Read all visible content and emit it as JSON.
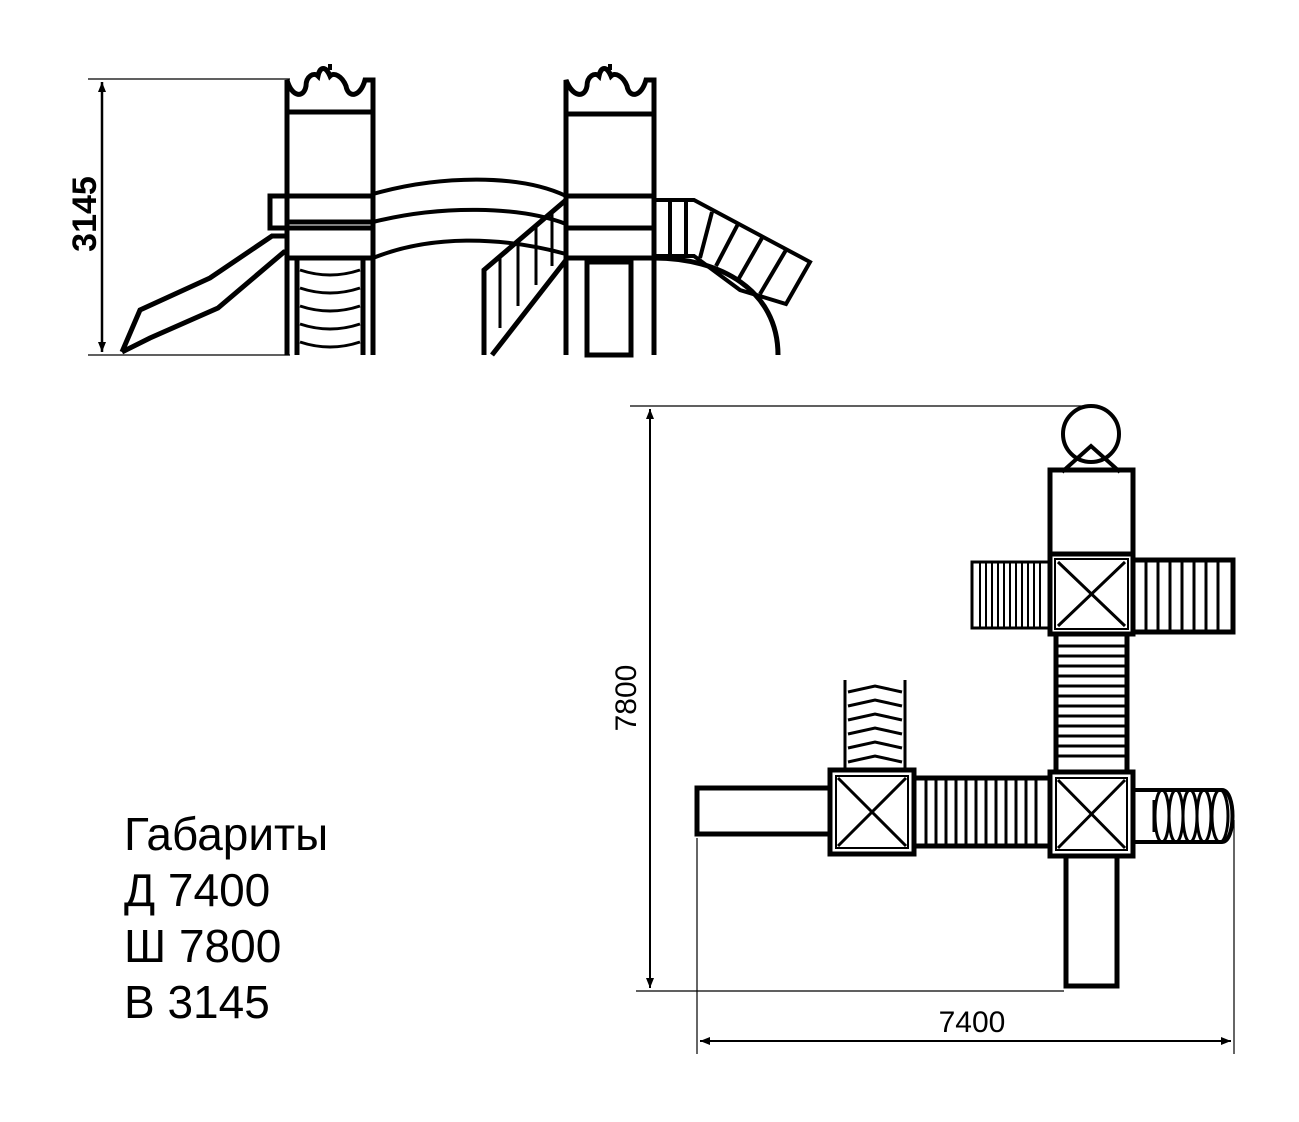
{
  "side_view": {
    "height_label": "3145"
  },
  "plan_view": {
    "width_label": "7800",
    "length_label": "7400"
  },
  "specs": {
    "title": "Габариты",
    "length": "Д 7400",
    "width": "Ш 7800",
    "height": "В 3145"
  },
  "colors": {
    "ink": "#000000",
    "background": "#ffffff"
  }
}
